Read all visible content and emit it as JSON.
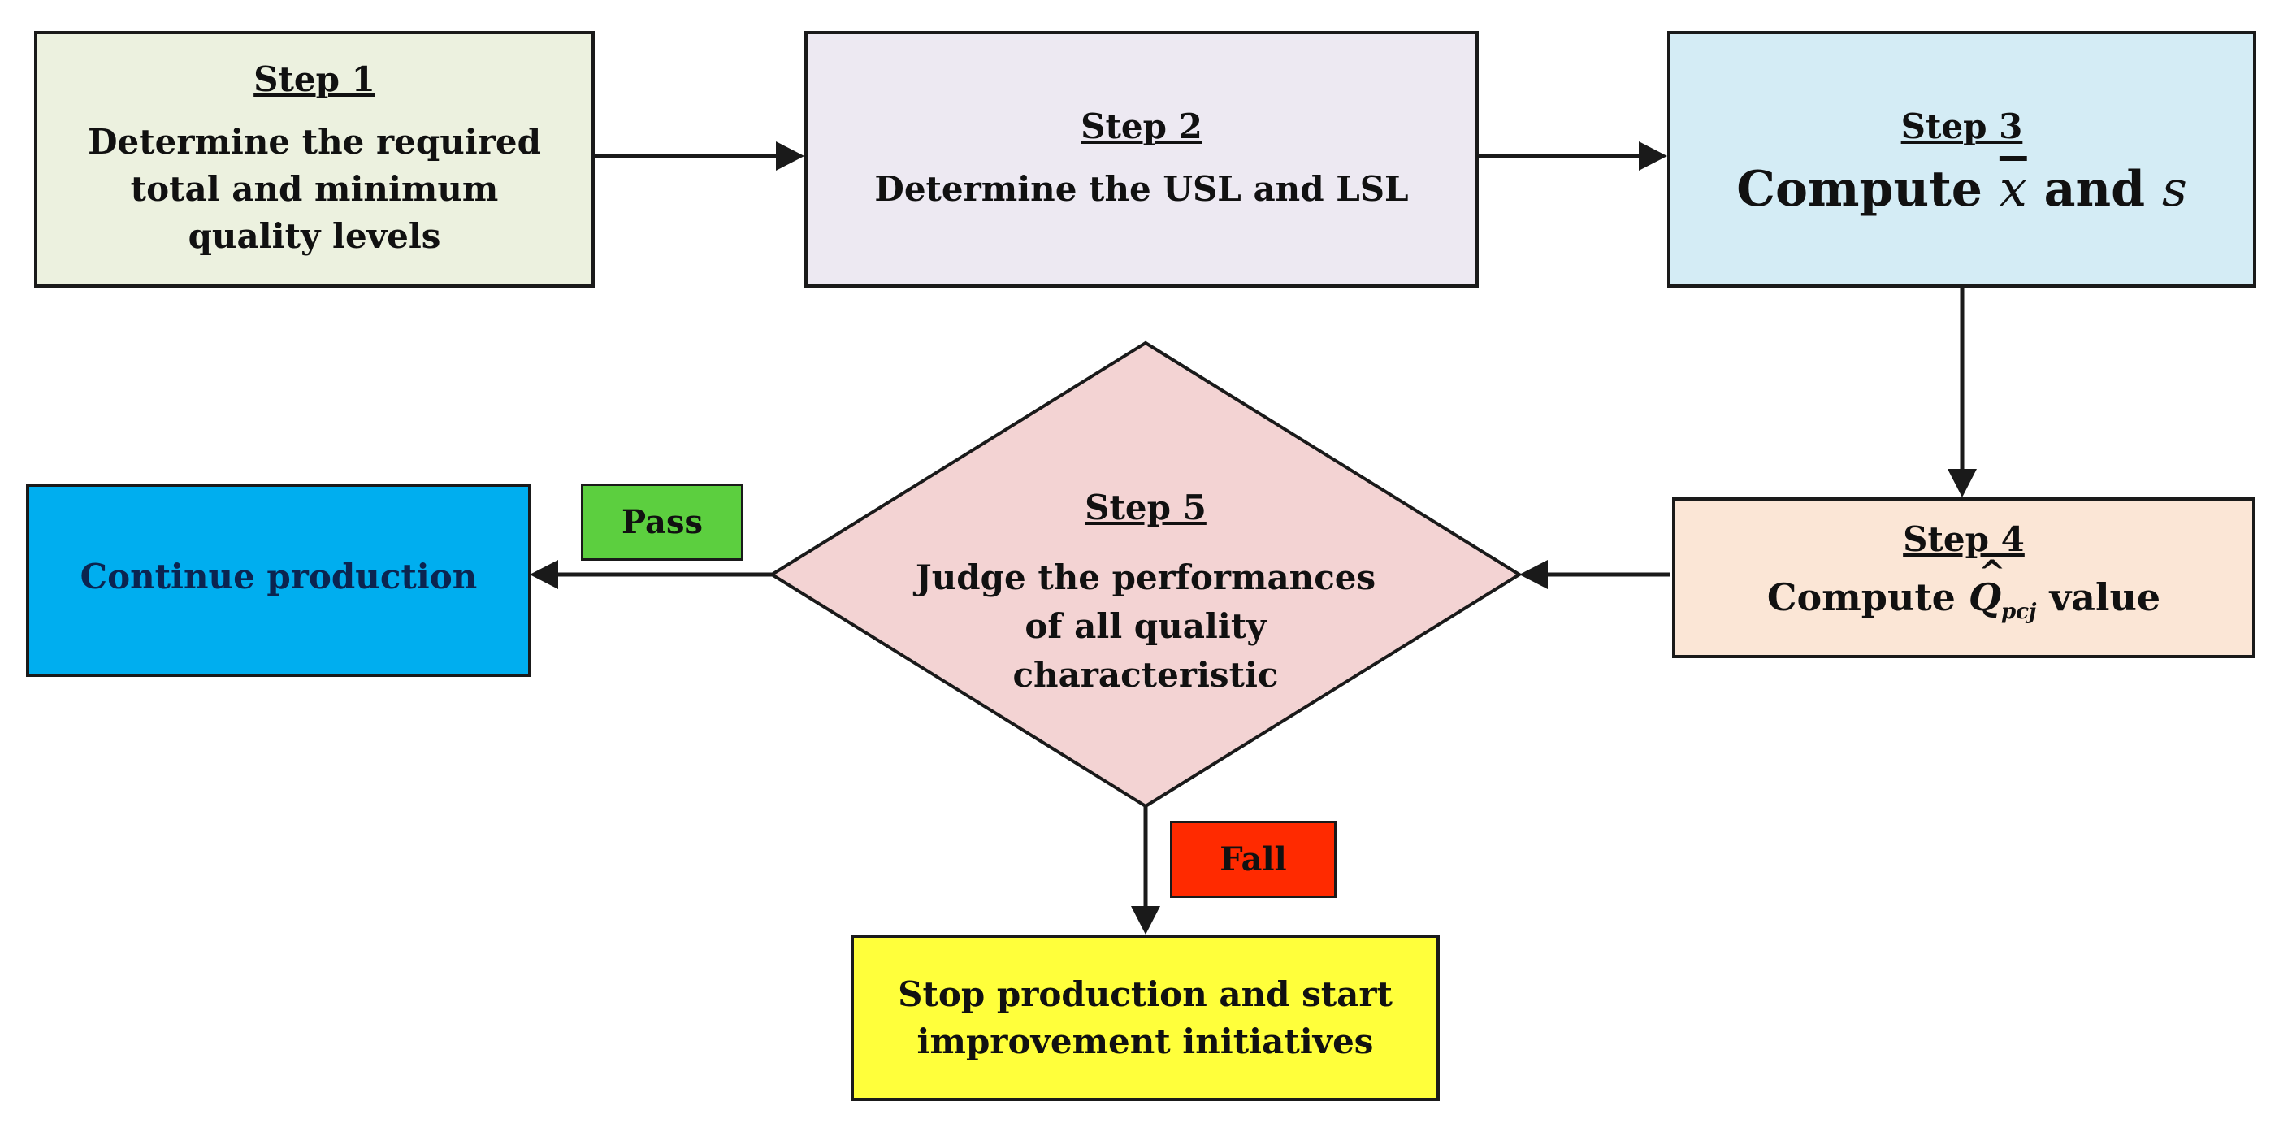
{
  "steps": {
    "step1": {
      "title": "Step 1",
      "text": "Determine the required total and minimum quality levels"
    },
    "step2": {
      "title": "Step 2",
      "text": "Determine the USL and LSL"
    },
    "step3": {
      "title": "Step 3",
      "text_prefix": "Compute ",
      "var_x": "x",
      "text_mid": " and ",
      "var_s": "s"
    },
    "step4": {
      "title": "Step 4",
      "text_prefix": "Compute ",
      "q_symbol": "Q",
      "q_subscript": "pcj",
      "text_suffix": " value"
    },
    "step5": {
      "title": "Step 5",
      "text": "Judge the performances of all quality characteristic"
    }
  },
  "outcomes": {
    "continue": "Continue production",
    "stop": "Stop production and start improvement initiatives"
  },
  "tags": {
    "pass": "Pass",
    "fall": "Fall"
  },
  "colors": {
    "step1_fill": "#ecf1df",
    "step2_fill": "#ede9f2",
    "step3_fill": "#d4ecf5",
    "step4_fill": "#fbe6d6",
    "step5_fill": "#f3d3d3",
    "continue_fill": "#00aeef",
    "stop_fill": "#ffff3b",
    "pass_fill": "#5ccf3f",
    "fall_fill": "#ff2a00",
    "stroke": "#1a1a1a"
  }
}
